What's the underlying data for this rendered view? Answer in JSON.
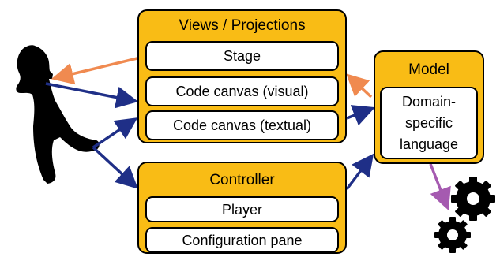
{
  "views": {
    "title": "Views / Projections",
    "items": [
      "Stage",
      "Code canvas (visual)",
      "Code canvas (textual)"
    ]
  },
  "controller": {
    "title": "Controller",
    "items": [
      "Player",
      "Configuration pane"
    ]
  },
  "model": {
    "title": "Model",
    "content": "Domain-specific language"
  },
  "colors": {
    "box_fill": "#f9bc15",
    "item_fill": "#ffffff",
    "arrow_navy": "#1f2f87",
    "arrow_orange": "#f08a50",
    "arrow_purple": "#a55ab0",
    "figure": "#000000"
  },
  "icons": [
    "user-silhouette-icon",
    "gears-icon"
  ]
}
